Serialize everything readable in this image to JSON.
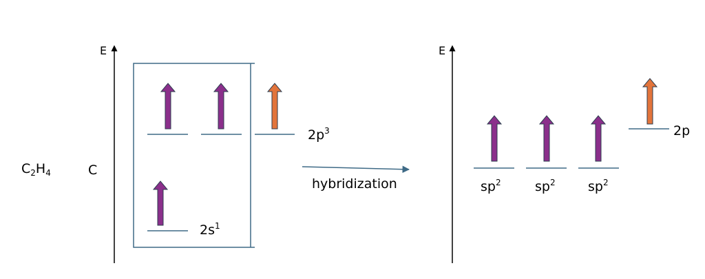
{
  "molecule": {
    "base": "C",
    "sub1": "2",
    "mid": "H",
    "sub2": "4"
  },
  "atom": "C",
  "axis_label": "E",
  "process_label": "hybridization",
  "left": {
    "p_label": {
      "base": "2p",
      "sup": "3"
    },
    "s_label": {
      "base": "2s",
      "sup": "1"
    },
    "p_electrons": [
      "purple",
      "purple",
      "orange"
    ],
    "s_electrons": [
      "purple"
    ]
  },
  "right": {
    "hybrid_labels": [
      {
        "base": "sp",
        "sup": "2"
      },
      {
        "base": "sp",
        "sup": "2"
      },
      {
        "base": "sp",
        "sup": "2"
      }
    ],
    "p_label": "2p",
    "hybrid_electrons": [
      "purple",
      "purple",
      "purple"
    ],
    "p_electrons": [
      "orange"
    ]
  },
  "colors": {
    "level": "#3e6a86",
    "box": "#3e6a86",
    "purple_fill": "#8b2f8b",
    "orange_fill": "#e2743b",
    "arrow_outline": "#2d3d4f",
    "axis": "#000000",
    "process_arrow": "#3e6a86"
  }
}
